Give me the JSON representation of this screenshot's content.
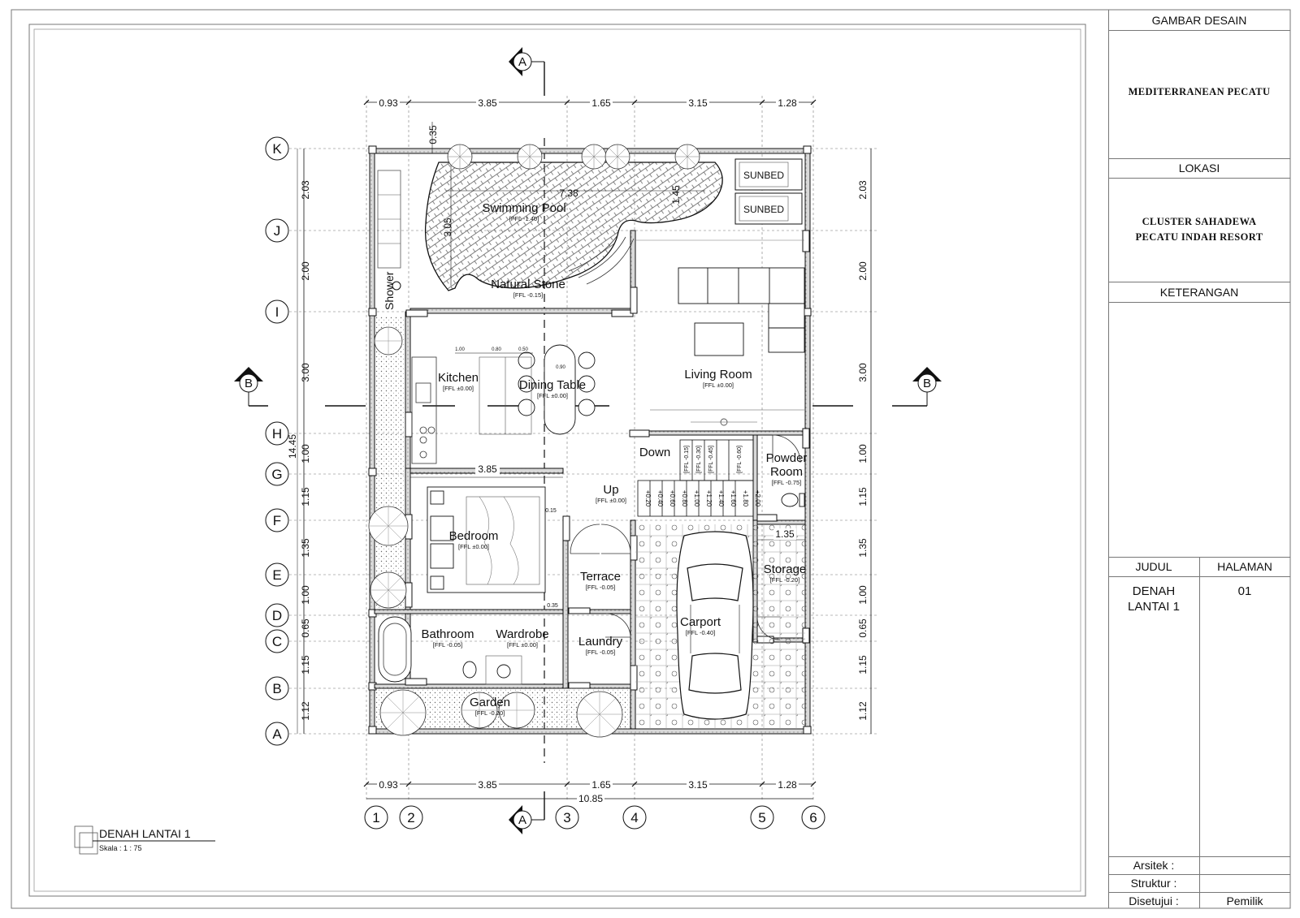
{
  "title_block": {
    "header": "GAMBAR DESAIN",
    "project": "MEDITERRANEAN PECATU",
    "location_label": "LOKASI",
    "location_line1": "CLUSTER SAHADEWA",
    "location_line2": "PECATU INDAH RESORT",
    "notes_label": "KETERANGAN",
    "judul_label": "JUDUL",
    "halaman_label": "HALAMAN",
    "judul_line1": "DENAH",
    "judul_line2": "LANTAI 1",
    "halaman_value": "01",
    "arsitek_label": "Arsitek  :",
    "struktur_label": "Struktur  :",
    "disetujui_label": "Disetujui  :",
    "disetujui_value": "Pemilik"
  },
  "drawing": {
    "title": "DENAH LANTAI 1",
    "scale": "Skala : 1 : 75",
    "section_a": "A",
    "section_b": "B",
    "grid_cols": [
      "1",
      "2",
      "3",
      "4",
      "5",
      "6"
    ],
    "grid_rows": [
      "K",
      "J",
      "I",
      "H",
      "G",
      "F",
      "E",
      "D",
      "C",
      "B",
      "A"
    ],
    "dims_top": [
      "0.93",
      "3.85",
      "1.65",
      "3.15",
      "1.28"
    ],
    "dims_bottom": [
      "0.93",
      "3.85",
      "1.65",
      "3.15",
      "1.28"
    ],
    "total_width": "10.85",
    "total_depth": "14.45",
    "dims_side": [
      "2.03",
      "2.00",
      "3.00",
      "1.00",
      "1.15",
      "1.35",
      "1.00",
      "0.65",
      "1.15",
      "1.12"
    ],
    "internal_dims": {
      "pool_length": "7.38",
      "pool_width": "3.05",
      "pool_step": "1.45",
      "shower_gap": "0.35",
      "kitchen_width": "3.85",
      "storage_width": "1.35",
      "bedroom_offset": "0.15",
      "wardrobe_offset": "0.35",
      "dining_1": "1.00",
      "dining_2": "0.80",
      "dining_3": "0.50",
      "dining_4": "0.90"
    },
    "rooms": {
      "pool": {
        "name": "Swimming Pool",
        "level": "[FFL -1.40]"
      },
      "stone": {
        "name": "Natural Stone",
        "level": "[FFL -0.15]"
      },
      "shower": {
        "name": "Shower"
      },
      "sunbed1": "SUNBED",
      "sunbed2": "SUNBED",
      "kitchen": {
        "name": "Kitchen",
        "level": "[FFL ±0.00]"
      },
      "dining": {
        "name": "Dining Table",
        "level": "[FFL ±0.00]"
      },
      "living": {
        "name": "Living Room",
        "level": "[FFL ±0.00]"
      },
      "down": {
        "name": "Down"
      },
      "up": {
        "name": "Up",
        "level": "[FFL ±0.00]"
      },
      "powder": {
        "name1": "Powder",
        "name2": "Room",
        "level": "[FFL -0.75]"
      },
      "bedroom": {
        "name": "Bedroom",
        "level": "[FFL ±0.00]"
      },
      "terrace": {
        "name": "Terrace",
        "level": "[FFL -0.05]"
      },
      "storage": {
        "name": "Storage",
        "level": "[FFL -0.20]"
      },
      "carport": {
        "name": "Carport",
        "level": "[FFL -0.40]"
      },
      "bathroom": {
        "name": "Bathroom",
        "level": "[FFL -0.05]"
      },
      "wardrobe": {
        "name": "Wardrobe",
        "level": "[FFL ±0.00]"
      },
      "laundry": {
        "name": "Laundry",
        "level": "[FFL -0.05]"
      },
      "garden": {
        "name": "Garden",
        "level": "[FFL -0.20]"
      }
    },
    "stair_down_levels": [
      "[FFL -0.15]",
      "[FFL -0.30]",
      "[FFL -0.45]",
      "[FFL -0.60]"
    ],
    "stair_up_levels": [
      "+0.20",
      "+0.40",
      "+0.60",
      "+0.80",
      "+1.00",
      "+1.20",
      "+1.40",
      "+1.60",
      "+1.80",
      "+2.00"
    ]
  }
}
